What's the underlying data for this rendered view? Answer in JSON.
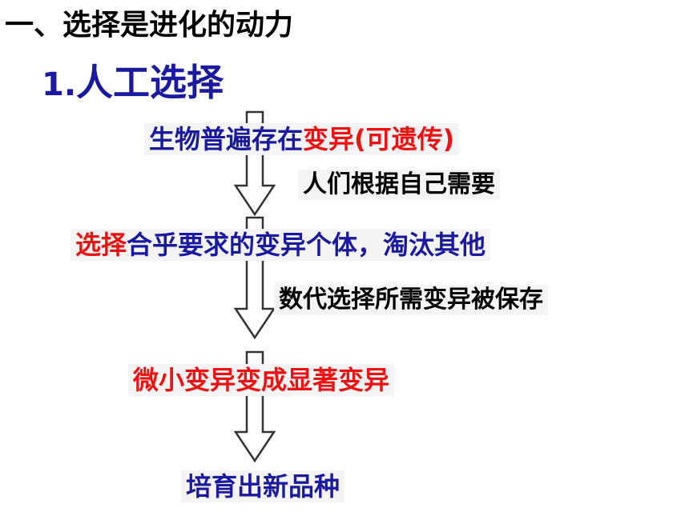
{
  "heading": "一、选择是进化的动力",
  "subheading": {
    "num": "1.",
    "text": "人工选择"
  },
  "colors": {
    "blue": "#1a1aa0",
    "red": "#ee1111",
    "black": "#000000"
  },
  "flow": {
    "step1": {
      "a": "生物普遍存在",
      "b": "变异",
      "c": "(可遗传)"
    },
    "action1": "人们根据自己需要",
    "step2": {
      "a": "选择",
      "b": "合乎要求的变异个体，淘汰其他"
    },
    "action2": "数代选择所需变异被保存",
    "step3": "微小变异变成显著变异",
    "step4": "培育出新品种"
  }
}
